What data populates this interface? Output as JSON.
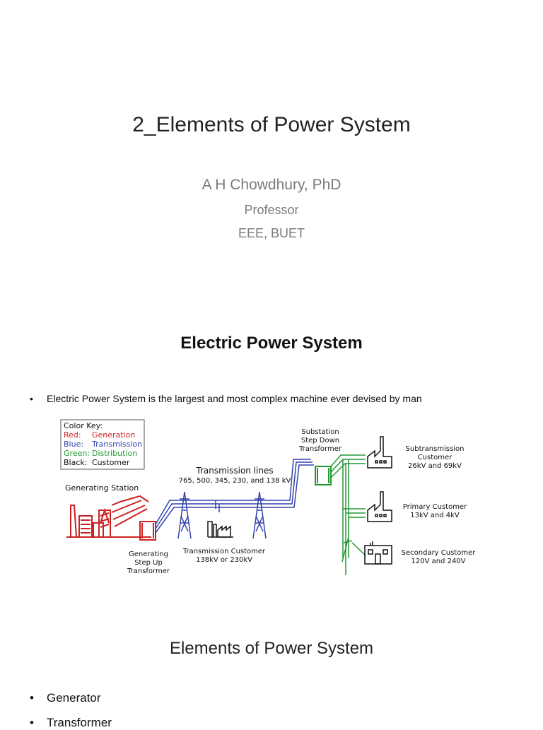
{
  "slide1": {
    "title": "2_Elements of Power System",
    "author": "A H Chowdhury, PhD",
    "role": "Professor",
    "department": "EEE, BUET"
  },
  "slide2": {
    "title": "Electric Power System",
    "bullet": "Electric Power System is the largest and most complex machine ever devised by man",
    "diagram": {
      "color_key_title": "Color Key:",
      "key": [
        {
          "name": "Red:",
          "desc": "Generation",
          "color": "#cc2222"
        },
        {
          "name": "Blue:",
          "desc": "Transmission",
          "color": "#3344aa"
        },
        {
          "name": "Green:",
          "desc": "Distribution",
          "color": "#229933"
        },
        {
          "name": "Black:",
          "desc": "Customer",
          "color": "#111111"
        }
      ],
      "generating_station": "Generating Station",
      "step_up_1": "Generating",
      "step_up_2": "Step Up",
      "step_up_3": "Transformer",
      "tlines_1": "Transmission lines",
      "tlines_2": "765, 500, 345, 230, and 138 kV",
      "tcust_1": "Transmission Customer",
      "tcust_2": "138kV or 230kV",
      "sub_1": "Substation",
      "sub_2": "Step Down",
      "sub_3": "Transformer",
      "subtrans_1": "Subtransmission",
      "subtrans_2": "Customer",
      "subtrans_3": "26kV and 69kV",
      "primary_1": "Primary Customer",
      "primary_2": "13kV and 4kV",
      "secondary_1": "Secondary Customer",
      "secondary_2": "120V and 240V"
    }
  },
  "slide3": {
    "title": "Elements of Power System",
    "bullets": [
      "Generator",
      "Transformer"
    ]
  }
}
